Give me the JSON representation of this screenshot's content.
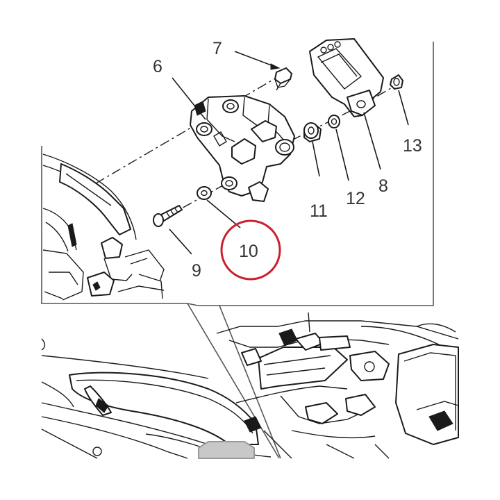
{
  "diagram": {
    "callouts": [
      {
        "id": "6",
        "label": "6"
      },
      {
        "id": "7",
        "label": "7"
      },
      {
        "id": "8",
        "label": "8"
      },
      {
        "id": "9",
        "label": "9"
      },
      {
        "id": "10",
        "label": "10"
      },
      {
        "id": "11",
        "label": "11"
      },
      {
        "id": "12",
        "label": "12"
      },
      {
        "id": "13",
        "label": "13"
      }
    ],
    "highlighted_callout": "10",
    "colors": {
      "line": "#1a1a1a",
      "highlight_ring": "#cc1f2e",
      "background": "#ffffff",
      "seat_gray": "#c8c8c8"
    }
  }
}
